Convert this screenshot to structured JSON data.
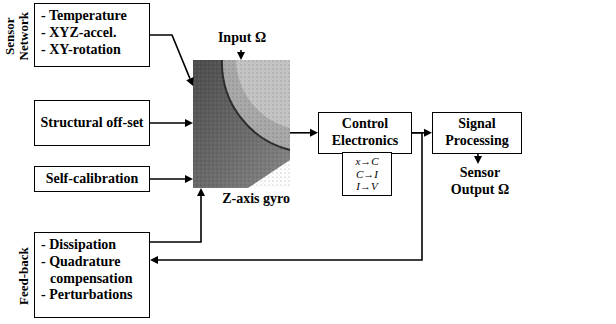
{
  "diagram": {
    "nodes": [
      {
        "text": [
          "Sensor Network",
          "- Temperature",
          "- XYZ-accel.",
          "- XY-rotation"
        ]
      },
      {
        "text": [
          "Structural off-set"
        ]
      },
      {
        "text": [
          "Self-calibration"
        ]
      },
      {
        "text": [
          "Feed-back",
          "- Dissipation",
          "- Quadrature compensation",
          "- Perturbations"
        ]
      },
      {
        "text": [
          "Z-axis gyro"
        ]
      },
      {
        "text": [
          "Control Electronics"
        ]
      },
      {
        "text": [
          "x→C",
          "C→I",
          "I→V"
        ]
      },
      {
        "text": [
          "Signal Processing"
        ]
      }
    ],
    "edges": [
      {
        "from": 0,
        "to": 4,
        "arrow": "to"
      },
      {
        "from": 1,
        "to": 4,
        "arrow": "to"
      },
      {
        "from": 2,
        "to": 4,
        "arrow": "to"
      },
      {
        "from": 3,
        "to": 4,
        "arrow": "to"
      },
      {
        "from": 4,
        "to": 5,
        "arrow": "to"
      },
      {
        "from": 5,
        "to": 7,
        "arrow": "to"
      },
      {
        "from": 5,
        "to": 3,
        "arrow": "to"
      }
    ],
    "labels": [
      "Input Ω",
      "Sensor Output Ω"
    ]
  }
}
